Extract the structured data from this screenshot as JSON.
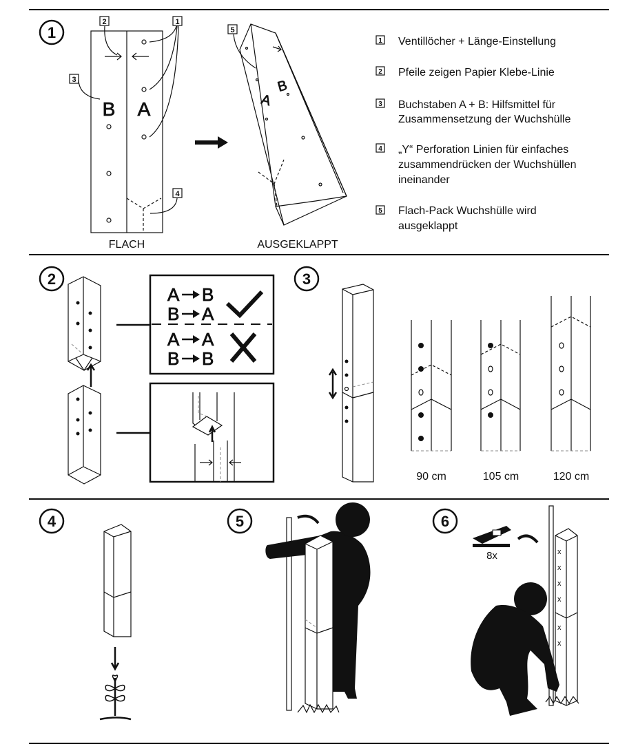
{
  "steps": [
    "1",
    "2",
    "3",
    "4",
    "5",
    "6"
  ],
  "section1": {
    "callouts": [
      "1",
      "2",
      "3",
      "4",
      "5"
    ],
    "flat_label": "FLACH",
    "unfolded_label": "AUSGEKLAPPT",
    "letter_a": "A",
    "letter_b": "B",
    "legend": [
      {
        "num": "1",
        "lines": [
          "Ventillöcher + Länge-Einstellung"
        ]
      },
      {
        "num": "2",
        "lines": [
          "Pfeile zeigen Papier Klebe-Linie"
        ]
      },
      {
        "num": "3",
        "lines": [
          "Buchstaben A + B: Hilfsmittel für",
          "Zusammensetzung der Wuchshülle"
        ]
      },
      {
        "num": "4",
        "lines": [
          "„Y“ Perforation Linien für einfaches",
          "zusammendrücken der Wuchshüllen",
          "ineinander"
        ]
      },
      {
        "num": "5",
        "lines": [
          "Flach-Pack Wuchshülle wird",
          "ausgeklappt"
        ]
      }
    ]
  },
  "section2": {
    "pairs": [
      {
        "from": "A",
        "to": "B"
      },
      {
        "from": "B",
        "to": "A"
      },
      {
        "from": "A",
        "to": "A"
      },
      {
        "from": "B",
        "to": "B"
      }
    ]
  },
  "section3": {
    "heights": [
      "90 cm",
      "105 cm",
      "120 cm"
    ]
  },
  "section6": {
    "staple_count": "8x",
    "staple_mark": "x"
  }
}
